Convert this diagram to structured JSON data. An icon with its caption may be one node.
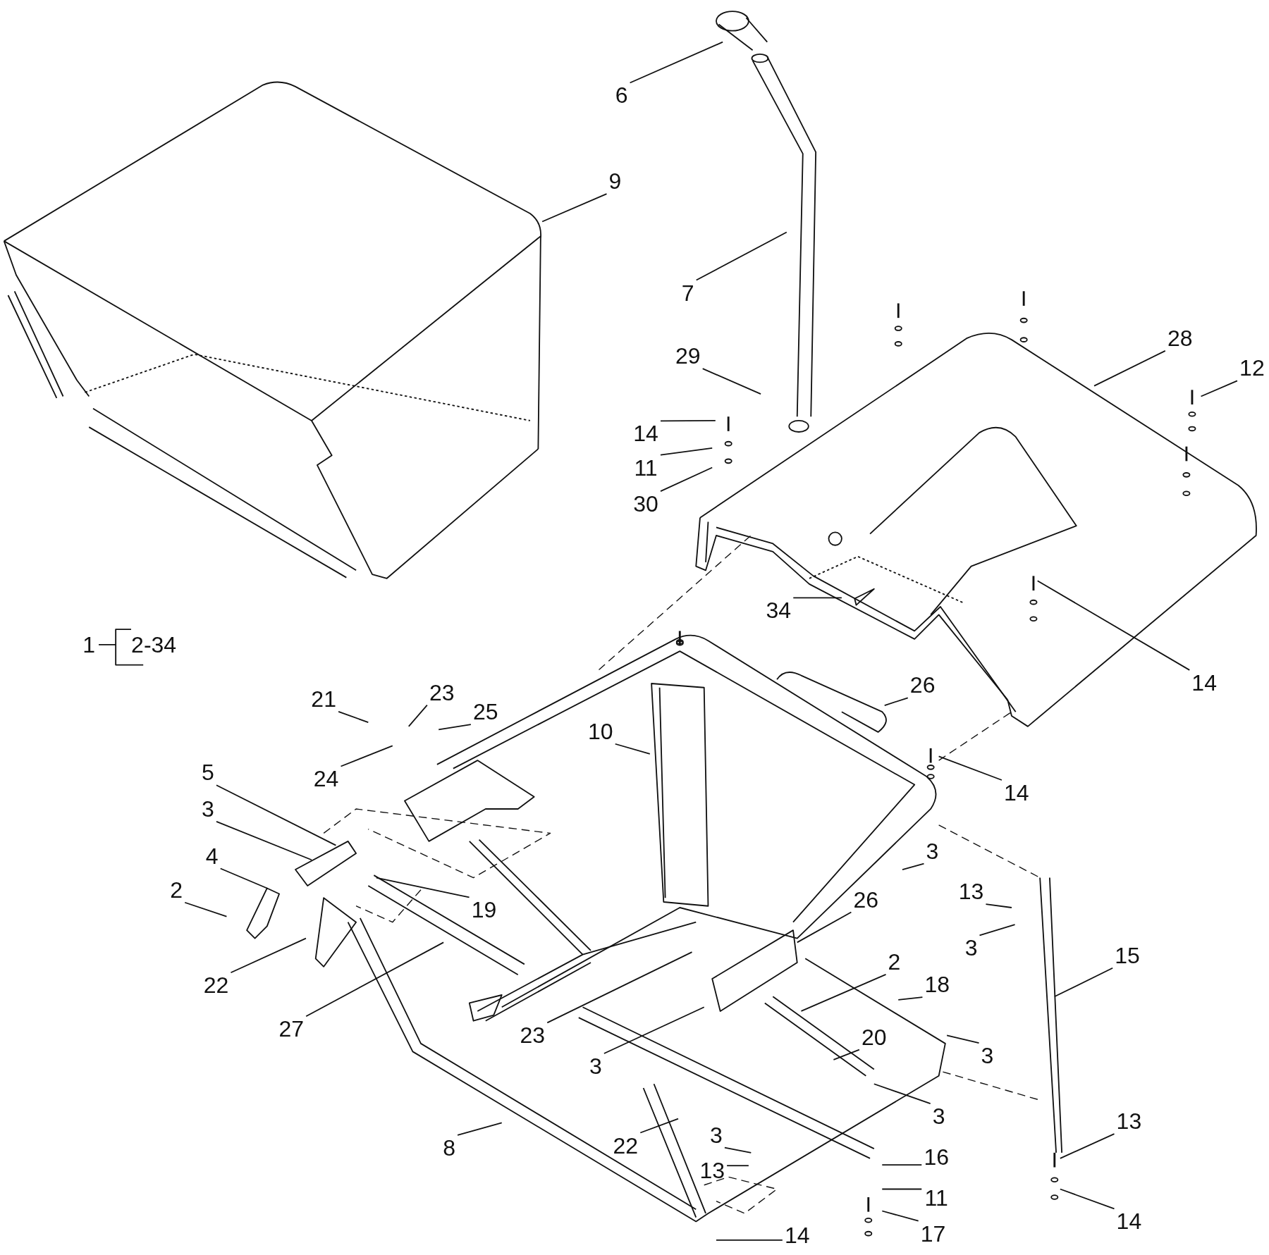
{
  "diagram": {
    "nodes": [
      {
        "text": [
          "6"
        ]
      },
      {
        "text": [
          "9"
        ]
      },
      {
        "text": [
          "7"
        ]
      },
      {
        "text": [
          "29"
        ]
      },
      {
        "text": [
          "28"
        ]
      },
      {
        "text": [
          "12"
        ]
      },
      {
        "text": [
          "14"
        ]
      },
      {
        "text": [
          "11"
        ]
      },
      {
        "text": [
          "30"
        ]
      },
      {
        "text": [
          "34"
        ]
      },
      {
        "text": [
          "14"
        ]
      },
      {
        "text": [
          "21"
        ]
      },
      {
        "text": [
          "23"
        ]
      },
      {
        "text": [
          "25"
        ]
      },
      {
        "text": [
          "24"
        ]
      },
      {
        "text": [
          "26"
        ]
      },
      {
        "text": [
          "10"
        ]
      },
      {
        "text": [
          "14"
        ]
      },
      {
        "text": [
          "5"
        ]
      },
      {
        "text": [
          "3"
        ]
      },
      {
        "text": [
          "4"
        ]
      },
      {
        "text": [
          "2"
        ]
      },
      {
        "text": [
          "19"
        ]
      },
      {
        "text": [
          "3"
        ]
      },
      {
        "text": [
          "13"
        ]
      },
      {
        "text": [
          "3"
        ]
      },
      {
        "text": [
          "26"
        ]
      },
      {
        "text": [
          "15"
        ]
      },
      {
        "text": [
          "22"
        ]
      },
      {
        "text": [
          "27"
        ]
      },
      {
        "text": [
          "23"
        ]
      },
      {
        "text": [
          "2"
        ]
      },
      {
        "text": [
          "18"
        ]
      },
      {
        "text": [
          "3"
        ]
      },
      {
        "text": [
          "20"
        ]
      },
      {
        "text": [
          "3"
        ]
      },
      {
        "text": [
          "3"
        ]
      },
      {
        "text": [
          "8"
        ]
      },
      {
        "text": [
          "22"
        ]
      },
      {
        "text": [
          "3"
        ]
      },
      {
        "text": [
          "13"
        ]
      },
      {
        "text": [
          "16"
        ]
      },
      {
        "text": [
          "11"
        ]
      },
      {
        "text": [
          "13"
        ]
      },
      {
        "text": [
          "17"
        ]
      },
      {
        "text": [
          "14"
        ]
      },
      {
        "text": [
          "14"
        ]
      }
    ],
    "edges": [
      {
        "from": 0,
        "to": null,
        "arrow": "none"
      },
      {
        "from": 1,
        "to": null,
        "arrow": "none"
      },
      {
        "from": 2,
        "to": null,
        "arrow": "none"
      },
      {
        "from": 3,
        "to": null,
        "arrow": "none"
      },
      {
        "from": 4,
        "to": null,
        "arrow": "none"
      },
      {
        "from": 5,
        "to": null,
        "arrow": "none"
      },
      {
        "from": 6,
        "to": null,
        "arrow": "none"
      },
      {
        "from": 7,
        "to": null,
        "arrow": "none"
      },
      {
        "from": 8,
        "to": null,
        "arrow": "none"
      },
      {
        "from": 9,
        "to": null,
        "arrow": "none"
      },
      {
        "from": 10,
        "to": null,
        "arrow": "none"
      },
      {
        "from": 11,
        "to": null,
        "arrow": "none"
      },
      {
        "from": 12,
        "to": null,
        "arrow": "none"
      },
      {
        "from": 13,
        "to": null,
        "arrow": "none"
      },
      {
        "from": 14,
        "to": null,
        "arrow": "none"
      },
      {
        "from": 15,
        "to": null,
        "arrow": "none"
      },
      {
        "from": 16,
        "to": null,
        "arrow": "none"
      },
      {
        "from": 17,
        "to": null,
        "arrow": "none"
      },
      {
        "from": 18,
        "to": null,
        "arrow": "none"
      },
      {
        "from": 19,
        "to": null,
        "arrow": "none"
      },
      {
        "from": 20,
        "to": null,
        "arrow": "none"
      },
      {
        "from": 21,
        "to": null,
        "arrow": "none"
      },
      {
        "from": 22,
        "to": null,
        "arrow": "none"
      },
      {
        "from": 23,
        "to": null,
        "arrow": "none"
      },
      {
        "from": 24,
        "to": null,
        "arrow": "none"
      },
      {
        "from": 25,
        "to": null,
        "arrow": "none"
      },
      {
        "from": 26,
        "to": null,
        "arrow": "none"
      },
      {
        "from": 27,
        "to": null,
        "arrow": "none"
      },
      {
        "from": 28,
        "to": null,
        "arrow": "none"
      },
      {
        "from": 29,
        "to": null,
        "arrow": "none"
      },
      {
        "from": 30,
        "to": null,
        "arrow": "none"
      },
      {
        "from": 31,
        "to": null,
        "arrow": "none"
      },
      {
        "from": 32,
        "to": null,
        "arrow": "none"
      },
      {
        "from": 33,
        "to": null,
        "arrow": "none"
      },
      {
        "from": 34,
        "to": null,
        "arrow": "none"
      },
      {
        "from": 35,
        "to": null,
        "arrow": "none"
      },
      {
        "from": 36,
        "to": null,
        "arrow": "none"
      },
      {
        "from": 37,
        "to": null,
        "arrow": "none"
      },
      {
        "from": 38,
        "to": null,
        "arrow": "none"
      },
      {
        "from": 39,
        "to": null,
        "arrow": "none"
      },
      {
        "from": 40,
        "to": null,
        "arrow": "none"
      },
      {
        "from": 41,
        "to": null,
        "arrow": "none"
      },
      {
        "from": 42,
        "to": null,
        "arrow": "none"
      },
      {
        "from": 43,
        "to": null,
        "arrow": "none"
      },
      {
        "from": 44,
        "to": null,
        "arrow": "none"
      },
      {
        "from": 45,
        "to": null,
        "arrow": "none"
      },
      {
        "from": 46,
        "to": null,
        "arrow": "none"
      }
    ],
    "labels": [
      "1",
      "2-34"
    ]
  }
}
